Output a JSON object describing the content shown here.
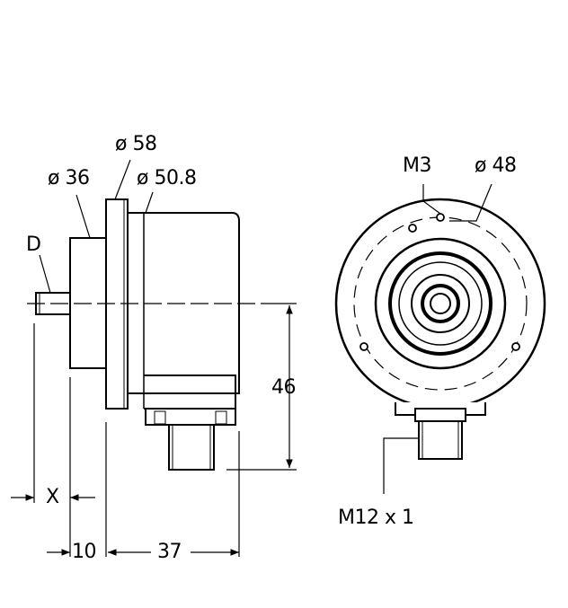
{
  "drawing": {
    "title": "Encoder dimensional drawing",
    "side_view": {
      "labels": {
        "dia_58": "ø 58",
        "dia_36": "ø 36",
        "dia_50_8": "ø 50.8",
        "shaft": "D",
        "height_46": "46",
        "shaft_length_x": "X",
        "flange_10": "10",
        "body_37": "37"
      }
    },
    "front_view": {
      "labels": {
        "thread_m3": "M3",
        "dia_48": "ø 48",
        "connector": "M12 x 1"
      }
    },
    "colors": {
      "line": "#000000",
      "background": "#ffffff"
    }
  }
}
